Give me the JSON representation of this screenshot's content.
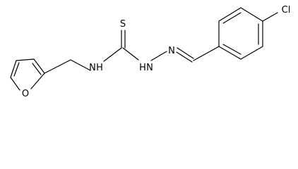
{
  "molecule": {
    "atoms": {
      "sulfur": "S",
      "chlorine": "Cl",
      "oxygen": "O",
      "amine_nh": "N",
      "amine_h": "H",
      "hydrazine_nh": "N",
      "hydrazine_h": "H",
      "imine_n": "N"
    }
  }
}
